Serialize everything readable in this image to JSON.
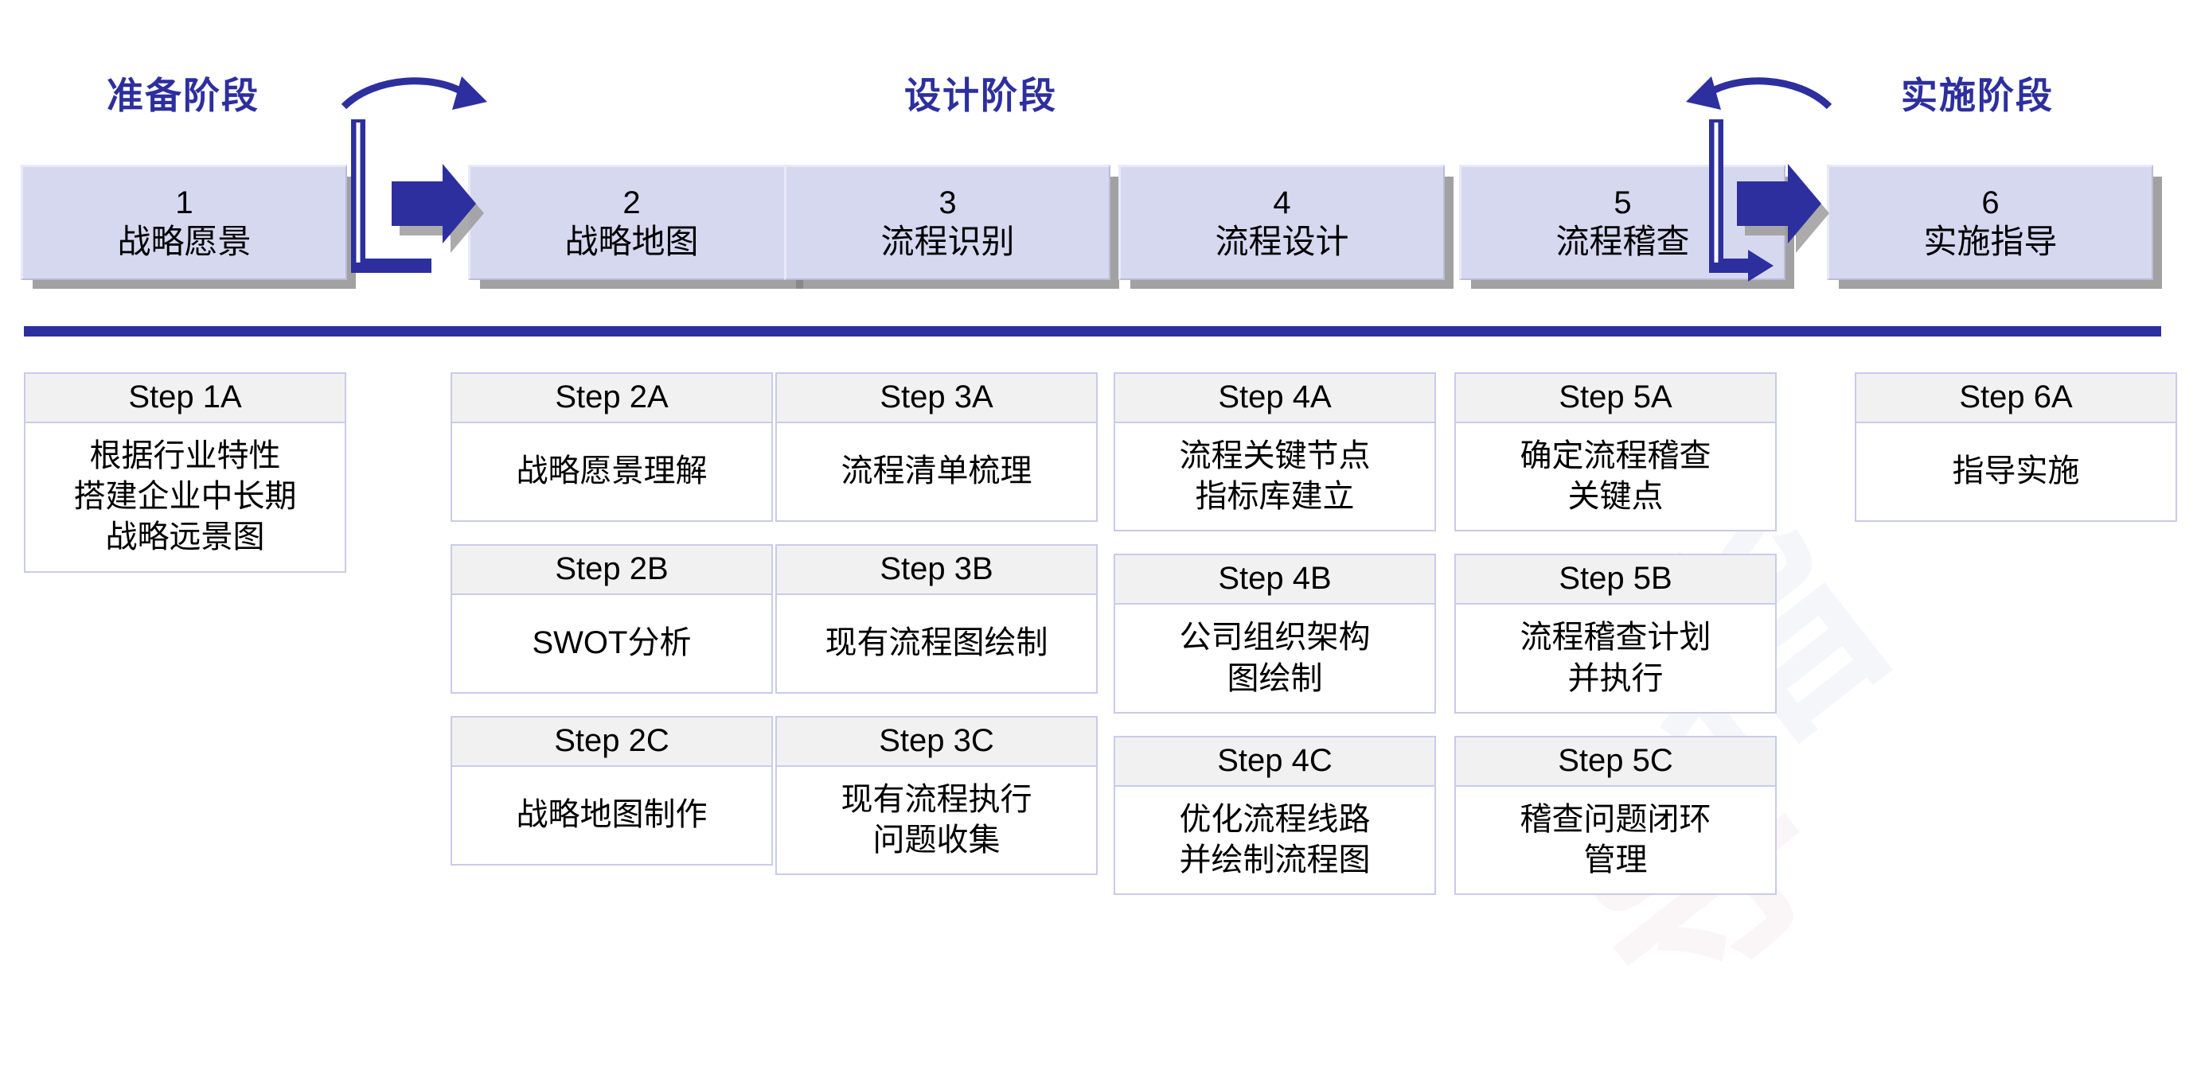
{
  "colors": {
    "accent": "#2d2f9e",
    "box_fill": "#d6d8f0",
    "card_header": "#f1f1f1",
    "card_border": "#c8cbea",
    "shadow": "#828282"
  },
  "phases": [
    {
      "label": "准备阶段"
    },
    {
      "label": "设计阶段"
    },
    {
      "label": "实施阶段"
    }
  ],
  "divider": {
    "present": true
  },
  "connectors": [
    {
      "name": "loop-connector-left",
      "curve_direction": "right",
      "straight_arrow": "right"
    },
    {
      "name": "loop-connector-right",
      "curve_direction": "left",
      "straight_arrow": "right"
    }
  ],
  "stages": [
    {
      "num": "1",
      "label": "战略愿景"
    },
    {
      "num": "2",
      "label": "战略地图"
    },
    {
      "num": "3",
      "label": "流程识别"
    },
    {
      "num": "4",
      "label": "流程设计"
    },
    {
      "num": "5",
      "label": "流程稽查"
    },
    {
      "num": "6",
      "label": "实施指导"
    }
  ],
  "step_columns": [
    {
      "steps": [
        {
          "head": "Step 1A",
          "lines": [
            "根据行业特性",
            "搭建企业中长期",
            "战略远景图"
          ]
        }
      ]
    },
    {
      "steps": [
        {
          "head": "Step 2A",
          "lines": [
            "战略愿景理解"
          ]
        },
        {
          "head": "Step 2B",
          "lines": [
            "SWOT分析"
          ]
        },
        {
          "head": "Step 2C",
          "lines": [
            "战略地图制作"
          ]
        }
      ]
    },
    {
      "steps": [
        {
          "head": "Step 3A",
          "lines": [
            "流程清单梳理"
          ]
        },
        {
          "head": "Step 3B",
          "lines": [
            "现有流程图绘制"
          ]
        },
        {
          "head": "Step 3C",
          "lines": [
            "现有流程执行",
            "问题收集"
          ]
        }
      ]
    },
    {
      "steps": [
        {
          "head": "Step 4A",
          "lines": [
            "流程关键节点",
            "指标库建立"
          ]
        },
        {
          "head": "Step 4B",
          "lines": [
            "公司组织架构",
            "图绘制"
          ]
        },
        {
          "head": "Step 4C",
          "lines": [
            "优化流程线路",
            "并绘制流程图"
          ]
        }
      ]
    },
    {
      "steps": [
        {
          "head": "Step 5A",
          "lines": [
            "确定流程稽查",
            "关键点"
          ]
        },
        {
          "head": "Step 5B",
          "lines": [
            "流程稽查计划",
            "并执行"
          ]
        },
        {
          "head": "Step 5C",
          "lines": [
            "稽查问题闭环",
            "管理"
          ]
        }
      ]
    },
    {
      "steps": [
        {
          "head": "Step 6A",
          "lines": [
            "指导实施"
          ]
        }
      ]
    }
  ],
  "watermark": {
    "glyph_1": "指",
    "glyph_2": "导"
  }
}
